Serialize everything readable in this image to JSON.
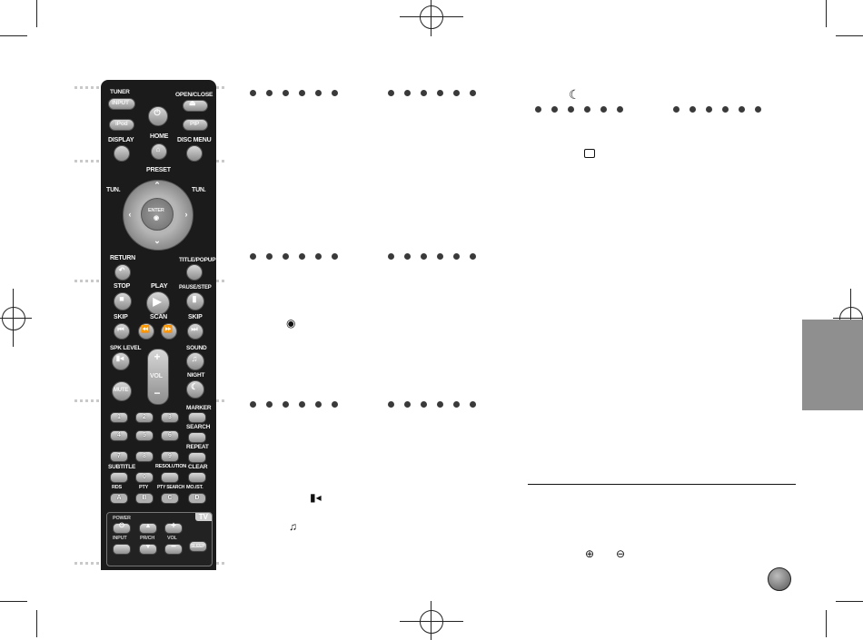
{
  "remote": {
    "tuner": "TUNER",
    "input": "INPUT",
    "open_close": "OPEN/CLOSE",
    "ipod": "iPod",
    "pip": "PIP",
    "display": "DISPLAY",
    "home": "HOME",
    "disc_menu": "DISC MENU",
    "preset": "PRESET",
    "tun_minus": "TUN.",
    "tun_plus": "TUN.",
    "enter": "ENTER",
    "return": "RETURN",
    "title_popup": "TITLE/POPUP",
    "stop": "STOP",
    "play": "PLAY",
    "pause_step": "PAUSE/STEP",
    "skip_left": "SKIP",
    "scan": "SCAN",
    "skip_right": "SKIP",
    "spk_level": "SPK LEVEL",
    "sound": "SOUND",
    "vol": "VOL",
    "night": "NIGHT",
    "mute": "MUTE",
    "digits": [
      "1",
      "2",
      "3",
      "4",
      "5",
      "6",
      "7",
      "8",
      "9",
      "0"
    ],
    "marker": "MARKER",
    "search": "SEARCH",
    "repeat": "REPEAT",
    "subtitle": "SUBTITLE",
    "resolution": "RESOLUTION",
    "clear": "CLEAR",
    "rds": "RDS",
    "pty": "PTY",
    "pty_search": "PTY SEARCH",
    "mo_st": "MO./ST.",
    "abcd": [
      "A",
      "B",
      "C",
      "D"
    ],
    "tv": {
      "tag": "TV",
      "power": "POWER",
      "input": "INPUT",
      "prch": "PR/CH",
      "vol": "VOL",
      "sleep": "SLEEP"
    }
  },
  "accent_colors": {
    "remote_body": "#1b1b1b",
    "thumb_tab": "#8f8f8f"
  }
}
